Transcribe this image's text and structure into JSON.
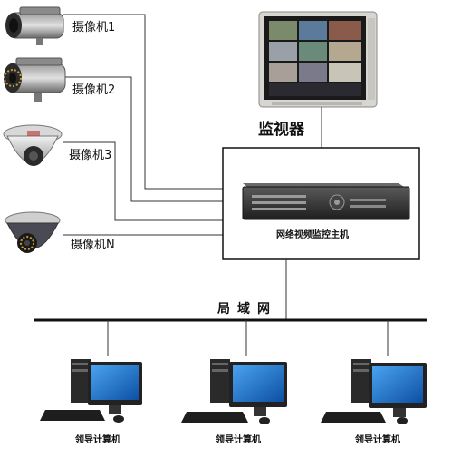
{
  "cameras": [
    {
      "label": "摄像机1",
      "icon": "bullet-camera-icon"
    },
    {
      "label": "摄像机2",
      "icon": "bullet-camera-icon"
    },
    {
      "label": "摄像机3",
      "icon": "dome-camera-icon"
    },
    {
      "label": "摄像机N",
      "icon": "dome-camera-icon"
    }
  ],
  "monitor": {
    "label": "监视器",
    "icon": "crt-monitor-icon"
  },
  "host": {
    "label": "网络视频监控主机",
    "icon": "dvr-device-icon"
  },
  "network": {
    "label": "局域网"
  },
  "computers": [
    {
      "label": "领导计算机",
      "icon": "desktop-computer-icon"
    },
    {
      "label": "领导计算机",
      "icon": "desktop-computer-icon"
    },
    {
      "label": "领导计算机",
      "icon": "desktop-computer-icon"
    }
  ],
  "colors": {
    "line": "#333333",
    "screen": "#1e6fc8",
    "device": "#3a3a3a"
  }
}
